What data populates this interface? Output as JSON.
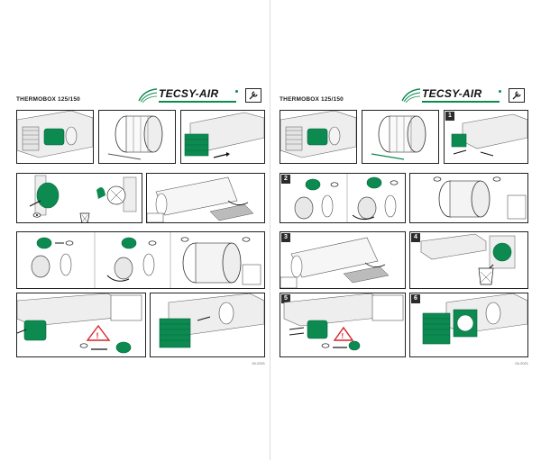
{
  "pages": [
    {
      "title": "THERMOBOX 125/150",
      "brand": "TECSY-AIR",
      "footer_code": "04-2021",
      "colors": {
        "accent": "#0d8a50",
        "warning": "#d8232a"
      },
      "panels": [
        {
          "id": "L1",
          "step": ""
        },
        {
          "id": "L2",
          "step": ""
        },
        {
          "id": "L3",
          "step": ""
        },
        {
          "id": "L4",
          "step": ""
        },
        {
          "id": "L5",
          "step": ""
        },
        {
          "id": "L6",
          "step": ""
        },
        {
          "id": "L7",
          "step": ""
        },
        {
          "id": "L8",
          "step": ""
        },
        {
          "id": "L9",
          "step": ""
        }
      ]
    },
    {
      "title": "THERMOBOX 125/150",
      "brand": "TECSY-AIR",
      "footer_code": "04-2021",
      "panels": [
        {
          "id": "R1",
          "step": ""
        },
        {
          "id": "R2",
          "step": ""
        },
        {
          "id": "R3",
          "step": "1"
        },
        {
          "id": "R4",
          "step": "2"
        },
        {
          "id": "R5",
          "step": ""
        },
        {
          "id": "R6",
          "step": "3"
        },
        {
          "id": "R7",
          "step": "4"
        },
        {
          "id": "R8",
          "step": "5"
        },
        {
          "id": "R9",
          "step": "6"
        }
      ]
    }
  ],
  "icons": [
    "wrench-icon",
    "eye-icon",
    "warning-icon",
    "trash-basket-icon",
    "arrow-icon"
  ]
}
